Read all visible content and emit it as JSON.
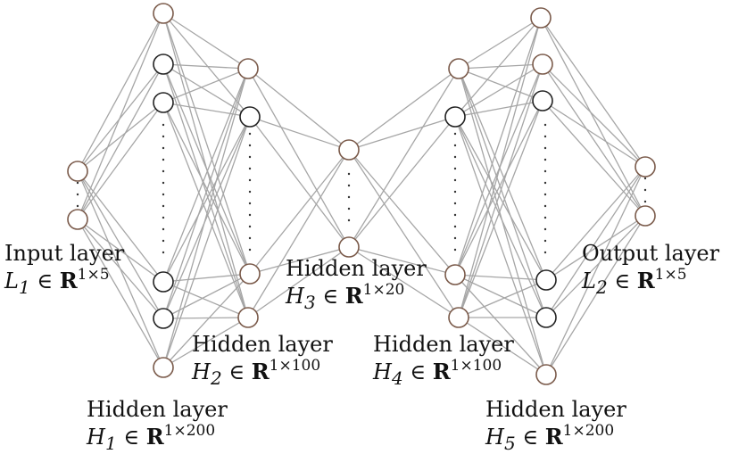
{
  "layers": [
    {
      "id": "input",
      "title": "Input layer",
      "var": "L",
      "sub": "1",
      "in": "∈",
      "set": "R",
      "dim": "1×5"
    },
    {
      "id": "h1",
      "title": "Hidden layer",
      "var": "H",
      "sub": "1",
      "in": "∈",
      "set": "R",
      "dim": "1×200"
    },
    {
      "id": "h2",
      "title": "Hidden layer",
      "var": "H",
      "sub": "2",
      "in": "∈",
      "set": "R",
      "dim": "1×100"
    },
    {
      "id": "h3",
      "title": "Hidden layer",
      "var": "H",
      "sub": "3",
      "in": "∈",
      "set": "R",
      "dim": "1×20"
    },
    {
      "id": "h4",
      "title": "Hidden layer",
      "var": "H",
      "sub": "4",
      "in": "∈",
      "set": "R",
      "dim": "1×100"
    },
    {
      "id": "h5",
      "title": "Hidden layer",
      "var": "H",
      "sub": "5",
      "in": "∈",
      "set": "R",
      "dim": "1×200"
    },
    {
      "id": "output",
      "title": "Output layer",
      "var": "L",
      "sub": "2",
      "in": "∈",
      "set": "R",
      "dim": "1×5"
    }
  ]
}
